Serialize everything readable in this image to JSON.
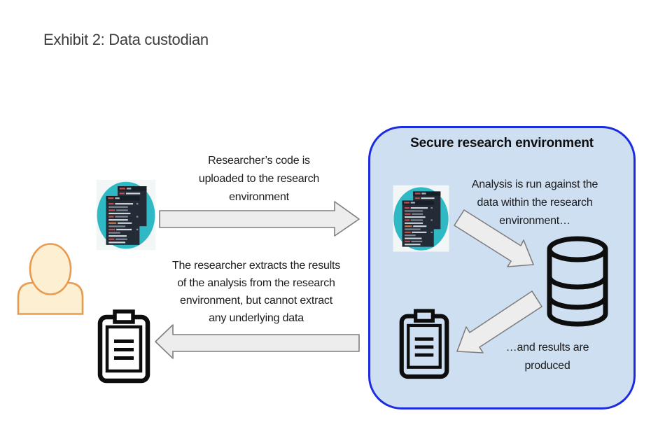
{
  "page": {
    "title": "Exhibit 2: Data custodian"
  },
  "secure_environment": {
    "title": "Secure research environment",
    "analysis_label": "Analysis is run against the\ndata within the research\nenvironment…",
    "results_label": "…and results are\nproduced"
  },
  "flows": {
    "upload_label": "Researcher’s code is\nuploaded to the research\nenvironment",
    "extract_label": "The researcher extracts the results\nof the analysis from the research\nenvironment, but cannot extract\nany underlying data"
  },
  "icons": {
    "user": "user-icon",
    "code": "code-editor-icon",
    "database": "database-icon",
    "clipboard": "clipboard-icon",
    "arrows": [
      "arrow-right-icon",
      "arrow-down-right-icon",
      "arrow-down-left-icon",
      "arrow-left-icon"
    ]
  },
  "colors": {
    "secure_box_fill": "#cfdff2",
    "secure_box_border": "#1b2ce0",
    "teal_icon": "#2fb9c5",
    "code_window": "#232b36",
    "person_fill": "#fdf0d2",
    "person_stroke": "#e89b4e",
    "arrow_fill": "#ededed",
    "arrow_stroke": "#7e7e7e",
    "title_text": "#3d3d3d",
    "body_text": "#1b1b1b",
    "icon_stroke": "#0d0d0d"
  }
}
